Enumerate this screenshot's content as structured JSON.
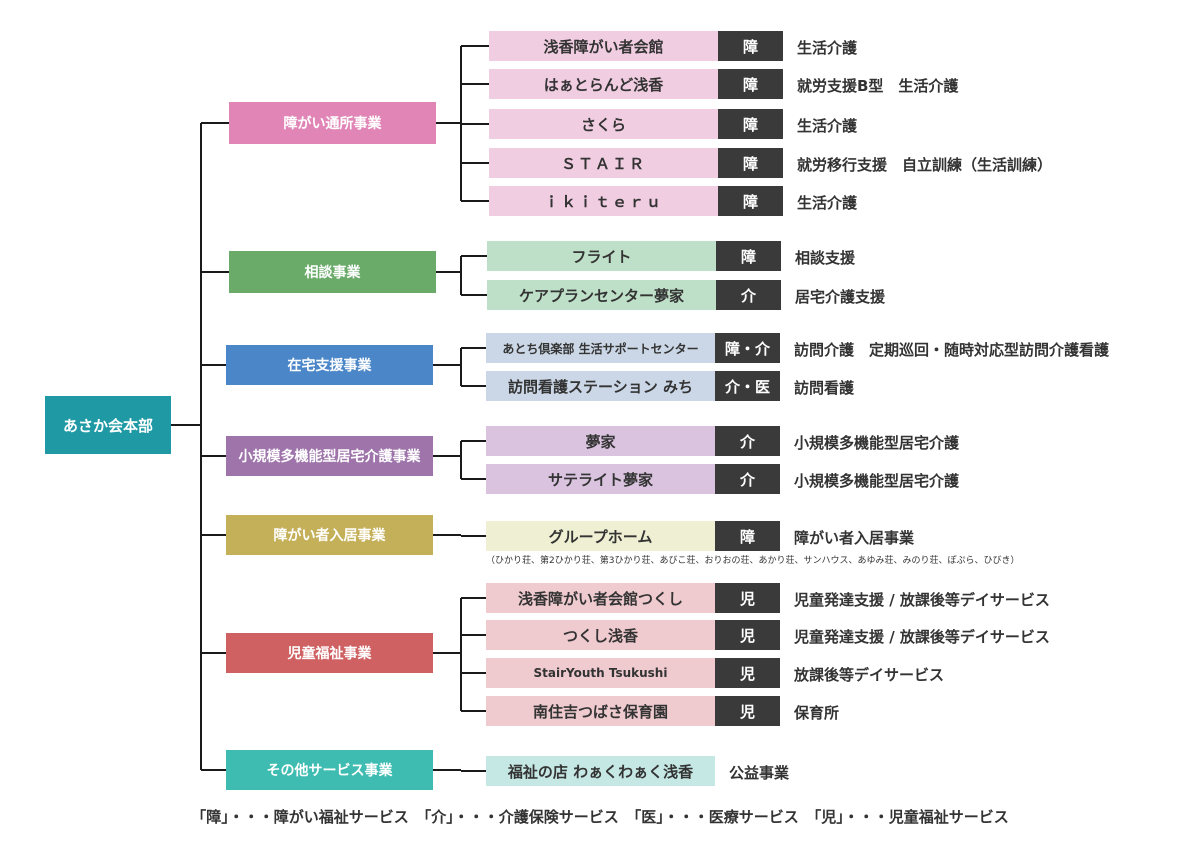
{
  "root": {
    "label": "あさか会本部",
    "color": "#1f9aa5"
  },
  "categories": [
    {
      "label": "障がい通所事業",
      "color": "#e085b6",
      "facilityColor": "#f0cde0",
      "facilities": [
        {
          "name": "浅香障がい者会館",
          "badge": "障",
          "service": "生活介護"
        },
        {
          "name": "はぁとらんど浅香",
          "badge": "障",
          "service": "就労支援B型　生活介護"
        },
        {
          "name": "さくら",
          "badge": "障",
          "service": "生活介護"
        },
        {
          "name": "ＳＴＡＩＲ",
          "badge": "障",
          "service": "就労移行支援　自立訓練（生活訓練）"
        },
        {
          "name": "ｉｋｉｔｅｒｕ",
          "badge": "障",
          "service": "生活介護"
        }
      ]
    },
    {
      "label": "相談事業",
      "color": "#6aab6a",
      "facilityColor": "#bfe0c8",
      "facilities": [
        {
          "name": "フライト",
          "badge": "障",
          "service": "相談支援"
        },
        {
          "name": "ケアプランセンター夢家",
          "badge": "介",
          "service": "居宅介護支援"
        }
      ]
    },
    {
      "label": "在宅支援事業",
      "color": "#4a86c8",
      "facilityColor": "#cbd7e6",
      "facilities": [
        {
          "name": "あとち倶楽部 生活サポートセンター",
          "badge": "障・介",
          "service": "訪問介護　定期巡回・随時対応型訪問介護看護"
        },
        {
          "name": "訪問看護ステーション みち",
          "badge": "介・医",
          "service": "訪問看護"
        }
      ]
    },
    {
      "label": "小規模多機能型居宅介護事業",
      "color": "#9e74ab",
      "facilityColor": "#d9c3df",
      "facilities": [
        {
          "name": "夢家",
          "badge": "介",
          "service": "小規模多機能型居宅介護"
        },
        {
          "name": "サテライト夢家",
          "badge": "介",
          "service": "小規模多機能型居宅介護"
        }
      ]
    },
    {
      "label": "障がい者入居事業",
      "color": "#c5b05a",
      "facilityColor": "#eeefd3",
      "note": "（ひかり荘、第2ひかり荘、第3ひかり荘、あびこ荘、おりおの荘、あかり荘、サンハウス、あゆみ荘、みのり荘、ぽぷら、ひびき）",
      "facilities": [
        {
          "name": "グループホーム",
          "badge": "障",
          "service": "障がい者入居事業"
        }
      ]
    },
    {
      "label": "児童福祉事業",
      "color": "#cf6163",
      "facilityColor": "#efcbd0",
      "facilities": [
        {
          "name": "浅香障がい者会館つくし",
          "badge": "児",
          "service": "児童発達支援 / 放課後等デイサービス"
        },
        {
          "name": "つくし浅香",
          "badge": "児",
          "service": "児童発達支援 / 放課後等デイサービス"
        },
        {
          "name": "StairYouth Tsukushi",
          "badge": "児",
          "service": "放課後等デイサービス"
        },
        {
          "name": "南住吉つばさ保育園",
          "badge": "児",
          "service": "保育所"
        }
      ]
    },
    {
      "label": "その他サービス事業",
      "color": "#3fbcb1",
      "facilityColor": "#c6e8e5",
      "facilities": [
        {
          "name": "福祉の店 わぁくわぁく浅香",
          "badge": "",
          "service": "公益事業"
        }
      ]
    }
  ],
  "legend": "「障」・・・障がい福祉サービス　「介」・・・介護保険サービス　「医」・・・医療サービス　「児」・・・児童福祉サービス"
}
